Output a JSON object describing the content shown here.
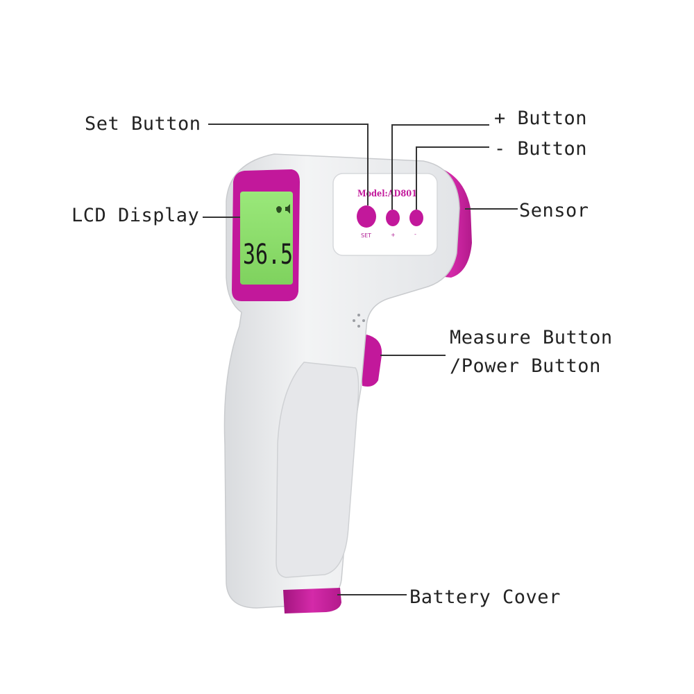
{
  "labels": {
    "set_button": "Set Button",
    "plus_button": "+ Button",
    "minus_button": "- Button",
    "lcd_display": "LCD Display",
    "sensor": "Sensor",
    "measure_button_line1": "Measure Button",
    "measure_button_line2": "/Power Button",
    "battery_cover": "Battery Cover"
  },
  "device": {
    "model_text": "Model:AD801",
    "lcd_reading": "36.5",
    "set_caption": "SET",
    "plus_caption": "+",
    "minus_caption": "-"
  },
  "colors": {
    "accent": "#c2189b",
    "body": "#eeeff0",
    "lcd_green": "#8fe06a",
    "leader": "#333333"
  }
}
